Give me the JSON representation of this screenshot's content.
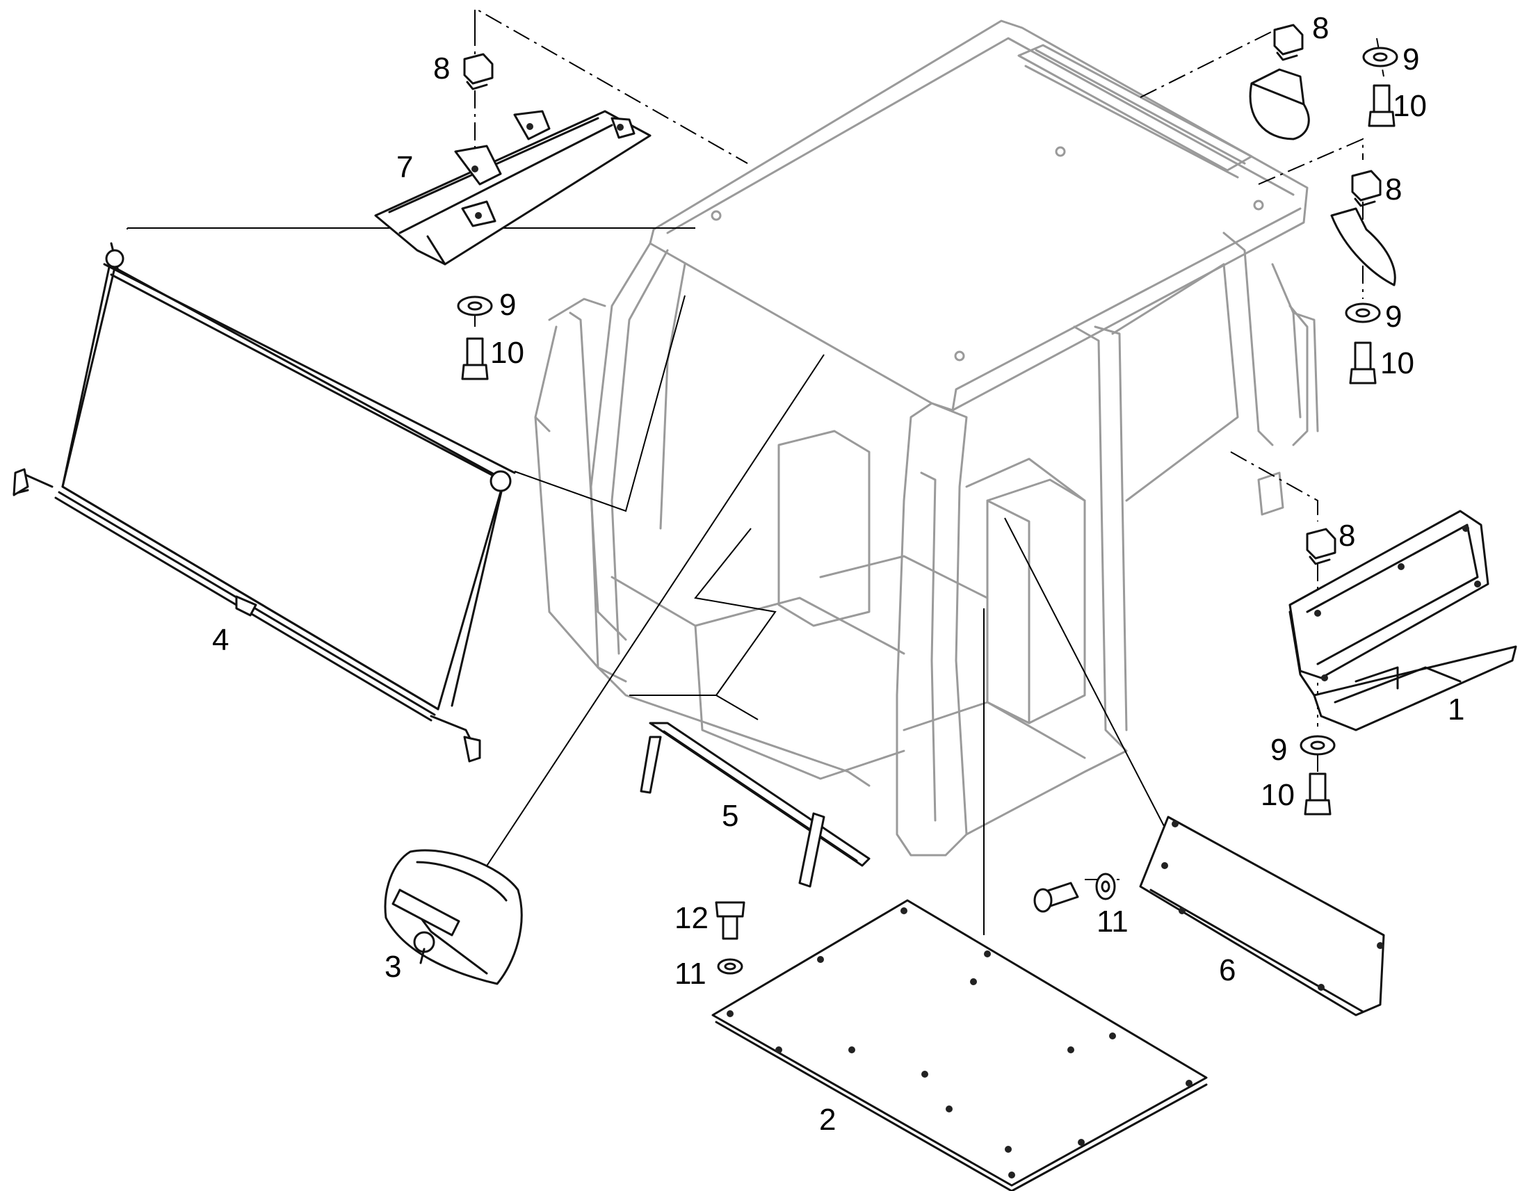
{
  "callouts": {
    "c1": "1",
    "c2": "2",
    "c3": "3",
    "c4": "4",
    "c5": "5",
    "c6": "6",
    "c7": "7",
    "c8a": "8",
    "c8b": "8",
    "c8c": "8",
    "c8d": "8",
    "c9a": "9",
    "c9b": "9",
    "c9c": "9",
    "c9d": "9",
    "c10a": "10",
    "c10b": "10",
    "c10c": "10",
    "c10d": "10",
    "c11a": "11",
    "c11b": "11",
    "c12": "12"
  }
}
